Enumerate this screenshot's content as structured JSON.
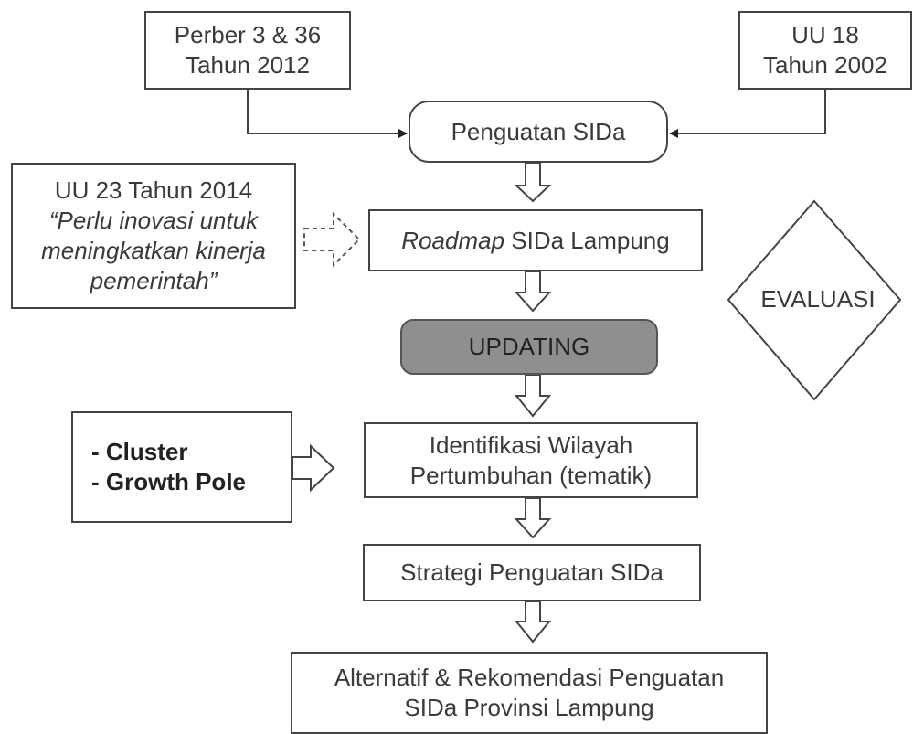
{
  "diagram": {
    "perber": {
      "line1": "Perber 3 & 36",
      "line2": "Tahun 2012"
    },
    "uu18": {
      "line1": "UU 18",
      "line2": "Tahun 2002"
    },
    "penguatan": "Penguatan SIDa",
    "uu23": {
      "line1": "UU 23 Tahun 2014",
      "line2": "“Perlu inovasi untuk",
      "line3": "meningkatkan kinerja",
      "line4": "pemerintah”"
    },
    "roadmap": {
      "italic": "Roadmap",
      "rest": " SIDa Lampung"
    },
    "updating": "UPDATING",
    "evaluasi": "EVALUASI",
    "cluster": {
      "line1": "- Cluster",
      "line2": "- Growth Pole"
    },
    "identifikasi": {
      "line1": "Identifikasi Wilayah",
      "line2": "Pertumbuhan (tematik)"
    },
    "strategi": "Strategi Penguatan SIDa",
    "alternatif": {
      "line1": "Alternatif & Rekomendasi Penguatan",
      "line2": "SIDa Provinsi Lampung"
    }
  }
}
